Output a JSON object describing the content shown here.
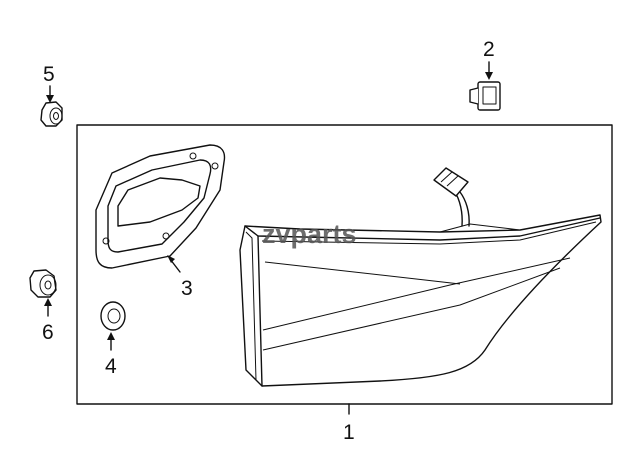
{
  "callouts": {
    "c1": "1",
    "c2": "2",
    "c3": "3",
    "c4": "4",
    "c5": "5",
    "c6": "6"
  },
  "watermark": "zvparts",
  "colors": {
    "line": "#111111",
    "background": "#ffffff",
    "watermark": "#555555"
  }
}
